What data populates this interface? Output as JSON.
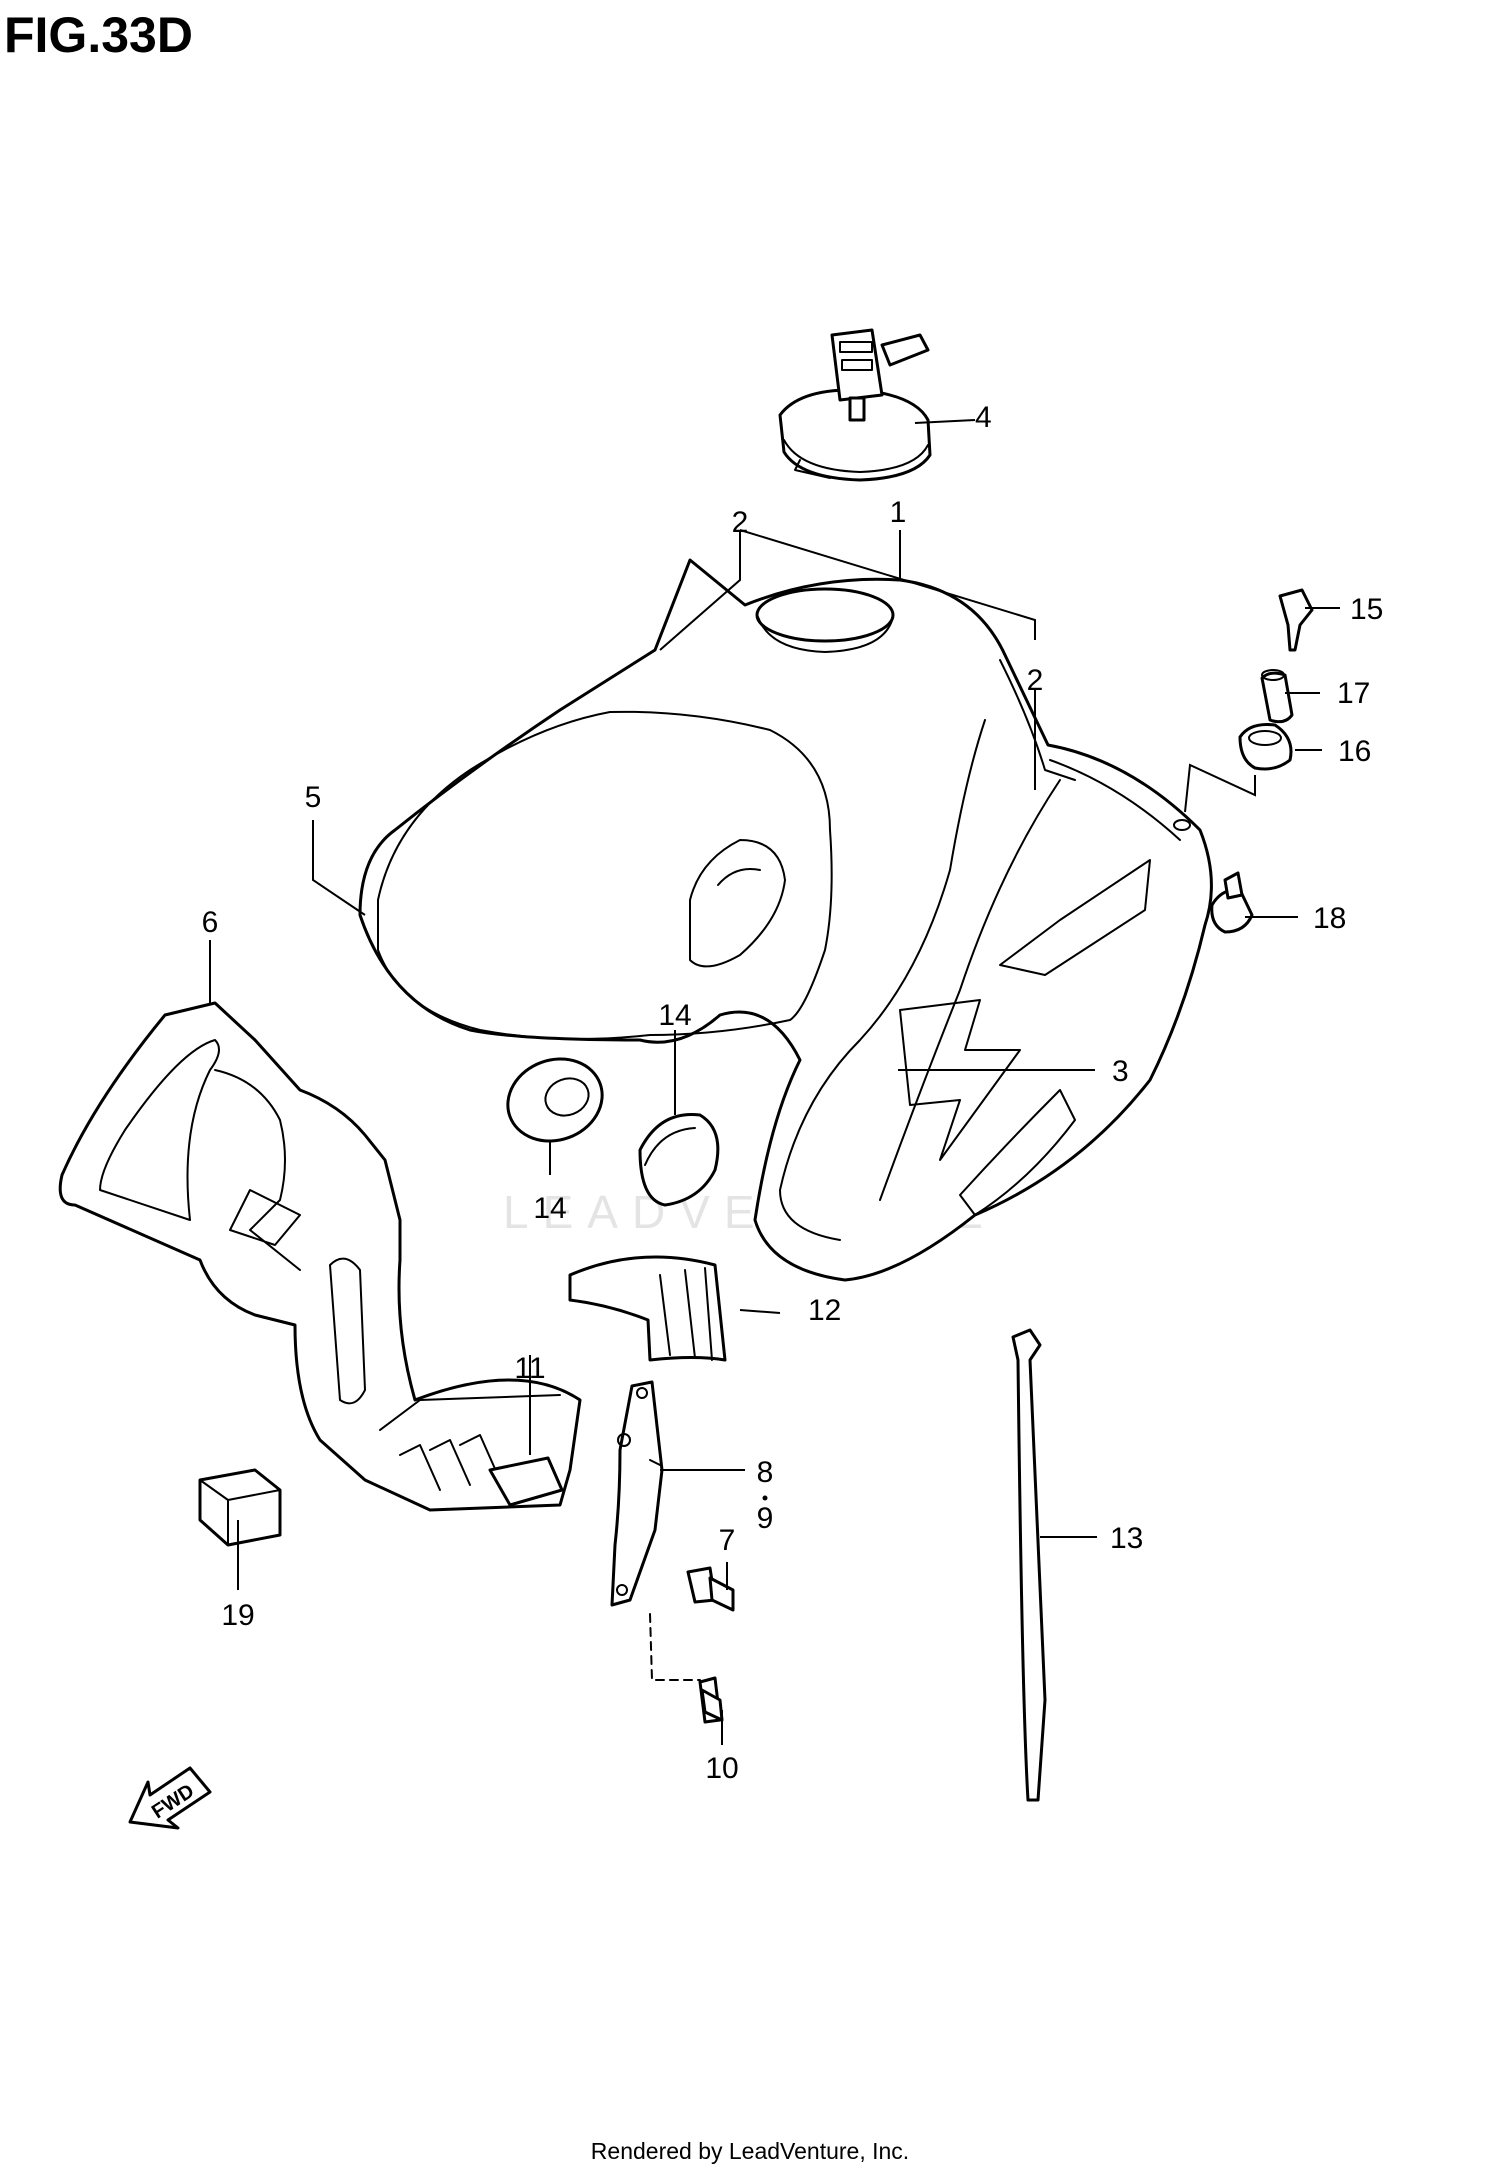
{
  "title": "FIG.33D",
  "footer": "Rendered by LeadVenture, Inc.",
  "watermark": "LEADVENTURE",
  "fwd_label": "FWD",
  "callouts": [
    "1",
    "2",
    "2",
    "3",
    "4",
    "5",
    "6",
    "7",
    "8",
    "9",
    "10",
    "11",
    "12",
    "13",
    "14",
    "14",
    "15",
    "16",
    "17",
    "18",
    "19"
  ],
  "colors": {
    "line": "#000000",
    "background": "#ffffff",
    "watermark": "#e4e4e4"
  }
}
